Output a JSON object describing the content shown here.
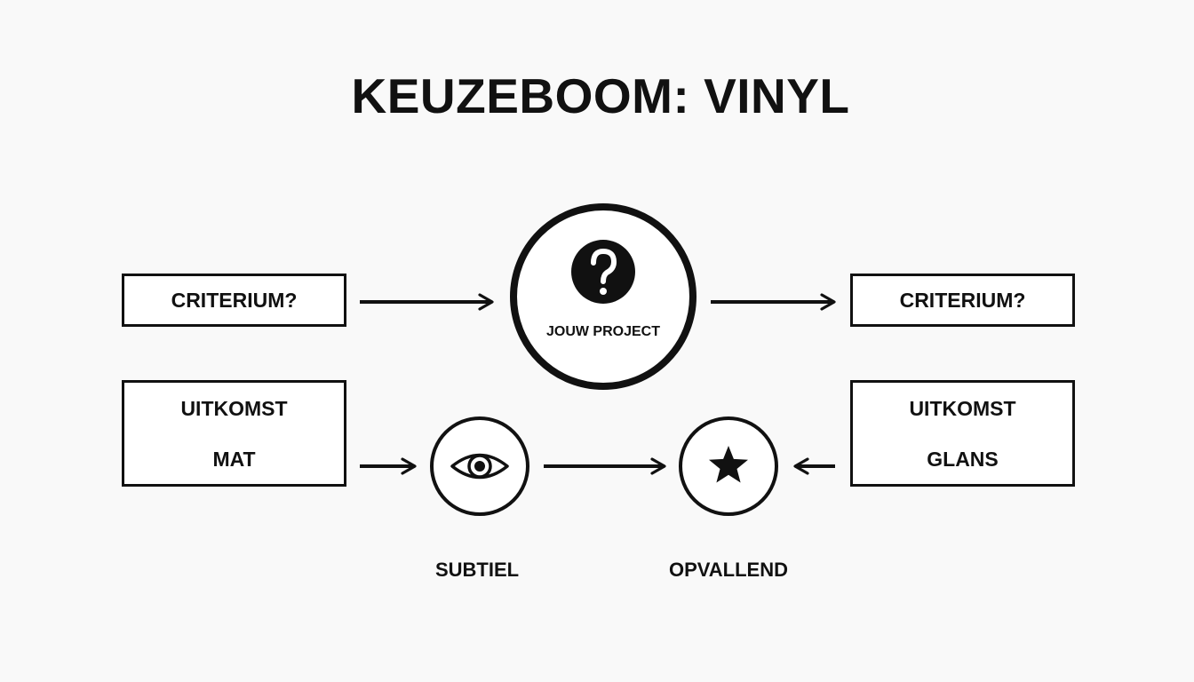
{
  "title": "KEUZEBOOM: VINYL",
  "center": {
    "label": "JOUW PROJECT",
    "icon": "question-mark-icon"
  },
  "criteria": {
    "left": "CRITERIUM?",
    "right": "CRITERIUM?"
  },
  "outcomes": {
    "left": {
      "line1": "UITKOMST",
      "line2": "MAT"
    },
    "right": {
      "line1": "UITKOMST",
      "line2": "GLANS"
    }
  },
  "nodes": {
    "subtle": {
      "label": "SUBTIEL",
      "icon": "eye-icon"
    },
    "striking": {
      "label": "OPVALLEND",
      "icon": "star-icon"
    }
  },
  "colors": {
    "ink": "#111111",
    "background": "#f9f9f9"
  }
}
